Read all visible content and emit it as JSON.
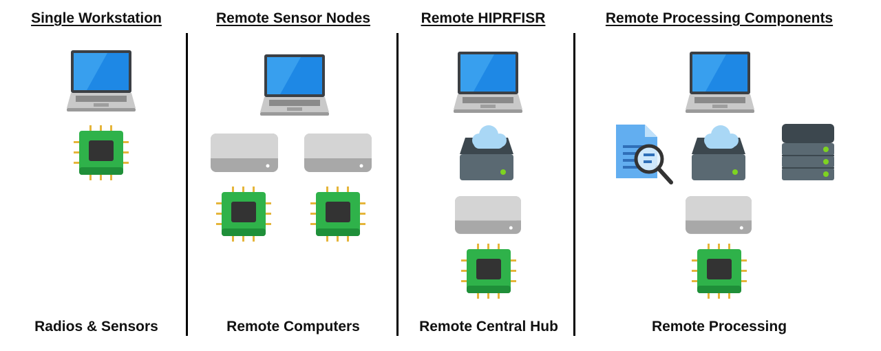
{
  "columns": [
    {
      "title": "Single Workstation",
      "label": "Radios & Sensors"
    },
    {
      "title": "Remote Sensor Nodes",
      "label": "Remote Computers"
    },
    {
      "title": "Remote HIPRFISR",
      "label": "Remote Central Hub"
    },
    {
      "title": "Remote Processing Components",
      "label": "Remote Processing"
    }
  ],
  "icons": {
    "laptop": "laptop-icon",
    "chip": "chip-icon",
    "mini_pc": "mini-pc-icon",
    "cloud_server": "cloud-server-icon",
    "document_search": "document-search-icon",
    "server_stack": "server-stack-icon"
  },
  "colors": {
    "screen": "#1e88e5",
    "chip_board": "#2fb24a",
    "chip_die": "#333333",
    "chip_pins": "#e5b53a",
    "device_gray": "#c8c8c8",
    "server_dark": "#4f5b63",
    "cloud": "#a9d7f5",
    "status_led": "#7ed321",
    "document": "#62aef0"
  }
}
